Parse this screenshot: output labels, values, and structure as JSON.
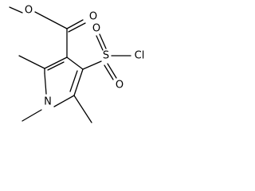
{
  "molecule": {
    "atoms": {
      "ester_o_methyl": "O",
      "carbonyl_o": "O",
      "ring_n": "N",
      "sulfonyl_s": "S",
      "sulfonyl_o_left": "O",
      "sulfonyl_o_right": "O",
      "chlorine": "Cl"
    }
  }
}
